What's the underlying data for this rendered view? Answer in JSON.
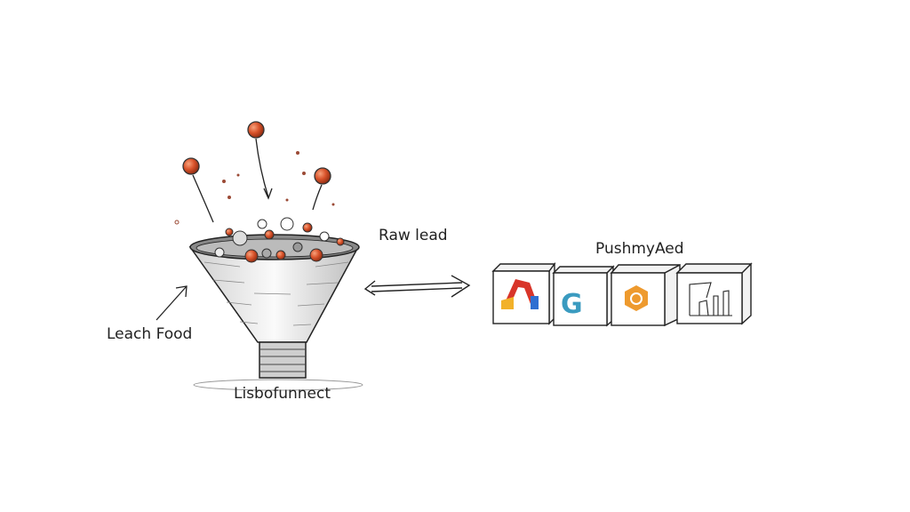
{
  "labels": {
    "raw_lead": "Raw lead",
    "leach_food": "Leach Food",
    "funnel_caption": "Lisbofunnect",
    "destination_title": "PushmyAed"
  },
  "icons": [
    "colorful-arch-icon",
    "g-logo-icon",
    "orange-hexagon-gear-icon",
    "bar-chart-sketch-icon"
  ],
  "colors": {
    "ink": "#222222",
    "ball": "#d9532b",
    "hex": "#ee9a2e",
    "g_blue": "#3a9bc0"
  }
}
